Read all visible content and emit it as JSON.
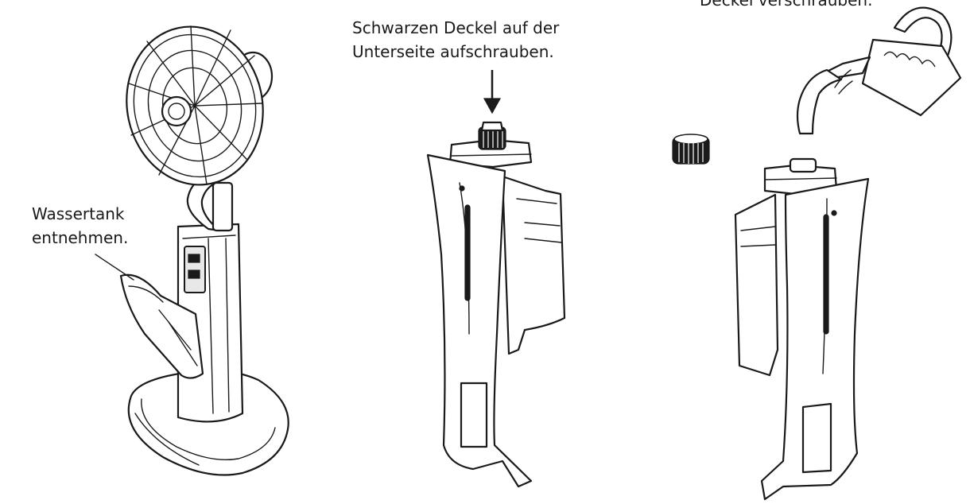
{
  "labels": {
    "remove_tank": [
      "Wassertank",
      "entnehmen."
    ],
    "unscrew_cap": [
      "Schwarzen Deckel auf der",
      "Unterseite aufschrauben."
    ],
    "screw_cap": "Deckel verschrauben."
  },
  "icons": [
    "fan-icon",
    "water-tank-icon",
    "cap-icon",
    "watering-can-icon",
    "arrow-down-icon"
  ],
  "colors": {
    "line": "#1a1a1a",
    "background": "#ffffff"
  }
}
